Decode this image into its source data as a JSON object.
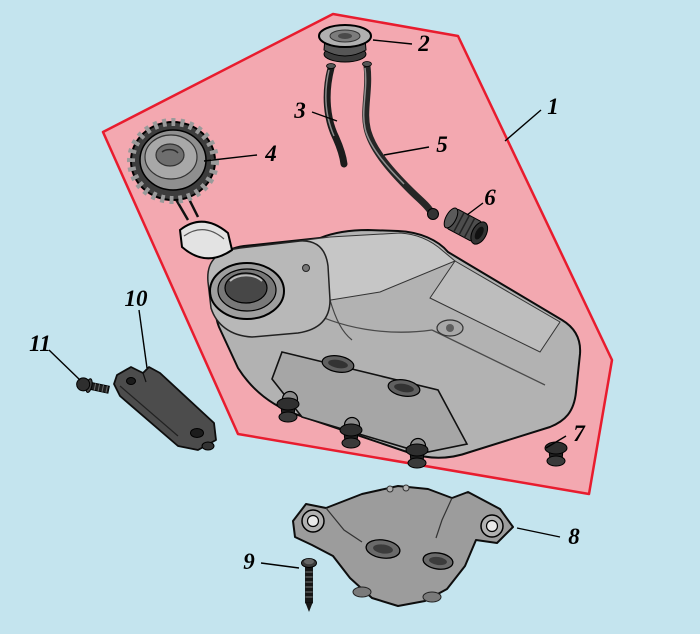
{
  "figure": {
    "kind": "exploded-parts-diagram",
    "subject": "fuel-tank-assembly"
  },
  "colors": {
    "background": "#c4e4ee",
    "highlight_fill": "#f3a8b0",
    "highlight_stroke": "#e81c2e",
    "outline": "#0d0d0d",
    "part_light": "#c6c6c6",
    "part_gray": "#b2b2b2",
    "part_mid": "#8f8f8f",
    "part_dark": "#3d3d3d"
  },
  "callouts": [
    {
      "label": "1",
      "part": "tank-assembly-highlight"
    },
    {
      "label": "2",
      "part": "filler-grommet"
    },
    {
      "label": "3",
      "part": "fuel-line-short"
    },
    {
      "label": "4",
      "part": "fuel-cap-with-gauge"
    },
    {
      "label": "5",
      "part": "fuel-line-long"
    },
    {
      "label": "6",
      "part": "outlet-fitting"
    },
    {
      "label": "7",
      "part": "mounting-grommet"
    },
    {
      "label": "8",
      "part": "lower-mounting-bracket"
    },
    {
      "label": "9",
      "part": "mounting-bolt"
    },
    {
      "label": "10",
      "part": "side-bracket"
    },
    {
      "label": "11",
      "part": "bracket-screw"
    }
  ]
}
